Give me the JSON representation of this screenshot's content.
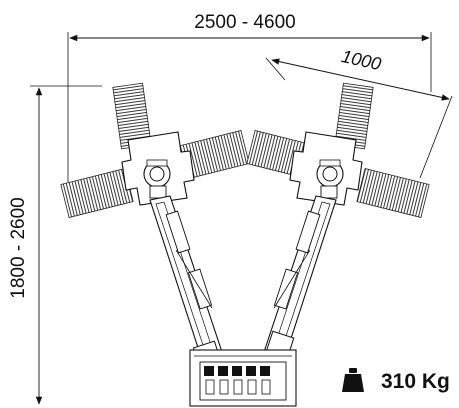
{
  "dimensions": {
    "total_width": "2500 - 4600",
    "height": "1800 - 2600",
    "head_width": "1000"
  },
  "weight": {
    "value": "310 Kg",
    "icon": "weight-icon"
  },
  "colors": {
    "line": "#111111",
    "background": "#ffffff"
  }
}
